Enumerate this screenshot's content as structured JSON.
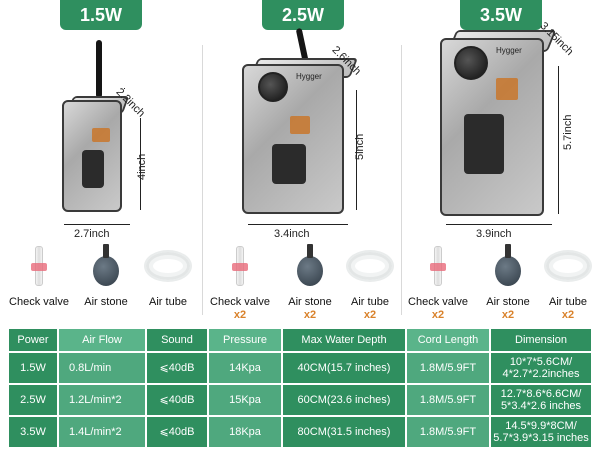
{
  "models": [
    {
      "power": "1.5W",
      "dims": {
        "depth": "2.2inch",
        "height": "4inch",
        "width": "2.7inch"
      }
    },
    {
      "power": "2.5W",
      "dims": {
        "depth": "2.6inch",
        "height": "5inch",
        "width": "3.4inch"
      }
    },
    {
      "power": "3.5W",
      "dims": {
        "depth": "3.15inch",
        "height": "5.7inch",
        "width": "3.9inch"
      }
    }
  ],
  "accessories": {
    "check_valve": "Check valve",
    "air_stone": "Air stone",
    "air_tube": "Air tube",
    "qty_x2": "x2"
  },
  "brand": "Hygger",
  "table": {
    "headers": [
      "Power",
      "Air Flow",
      "Sound",
      "Pressure",
      "Max Water Depth",
      "Cord Length",
      "Dimension"
    ],
    "rows": [
      [
        "1.5W",
        "0.8L/min",
        "⩽40dB",
        "14Kpa",
        "40CM(15.7 inches)",
        "1.8M/5.9FT",
        "10*7*5.6CM/",
        "4*2.7*2.2inches"
      ],
      [
        "2.5W",
        "1.2L/min*2",
        "⩽40dB",
        "15Kpa",
        "60CM(23.6 inches)",
        "1.8M/5.9FT",
        "12.7*8.6*6.6CM/",
        "5*3.4*2.6 inches"
      ],
      [
        "3.5W",
        "1.4L/min*2",
        "⩽40dB",
        "18Kpa",
        "80CM(31.5 inches)",
        "1.8M/5.9FT",
        "14.5*9.9*8CM/",
        "5.7*3.9*3.15 inches"
      ]
    ]
  },
  "colors": {
    "primary_green": "#2f8f5f",
    "light_green": "#5ab48a",
    "accent_orange": "#d9822b"
  }
}
